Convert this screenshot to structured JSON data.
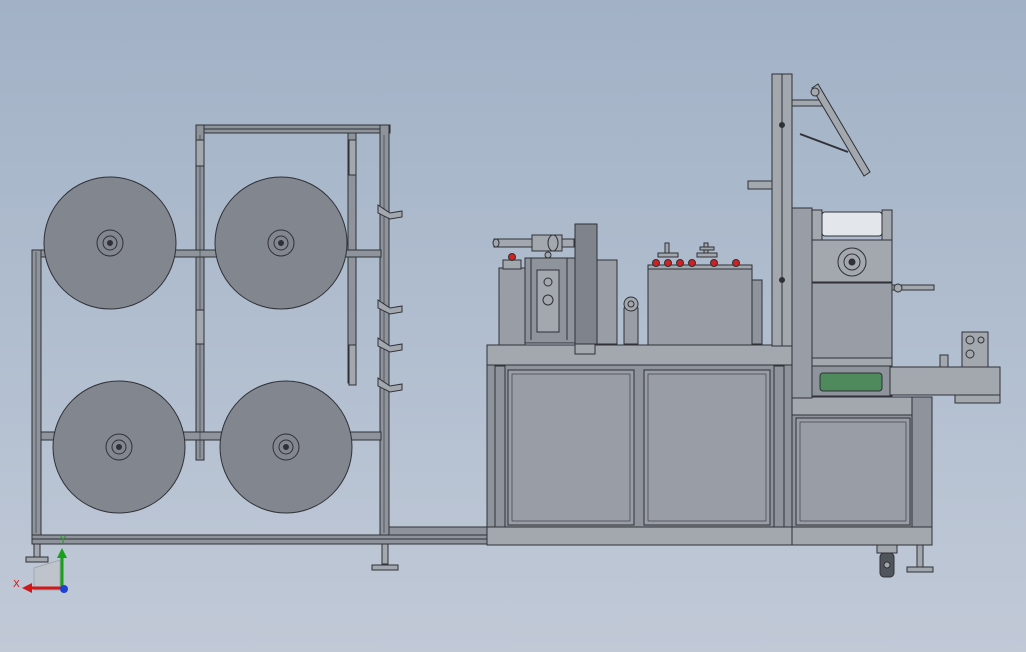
{
  "viewport": {
    "background_top": "#a2b1c6",
    "background_bottom": "#c1c9d7",
    "model_fill": "#8e939c",
    "model_fill_light": "#a3a7ae",
    "model_edge": "#2f3136",
    "accent_red": "#d02020",
    "roll_count": 4
  },
  "triad": {
    "x_label": "X",
    "y_label": "Y",
    "x_color": "#d01818",
    "y_color": "#18a018",
    "z_color": "#2040d0"
  }
}
